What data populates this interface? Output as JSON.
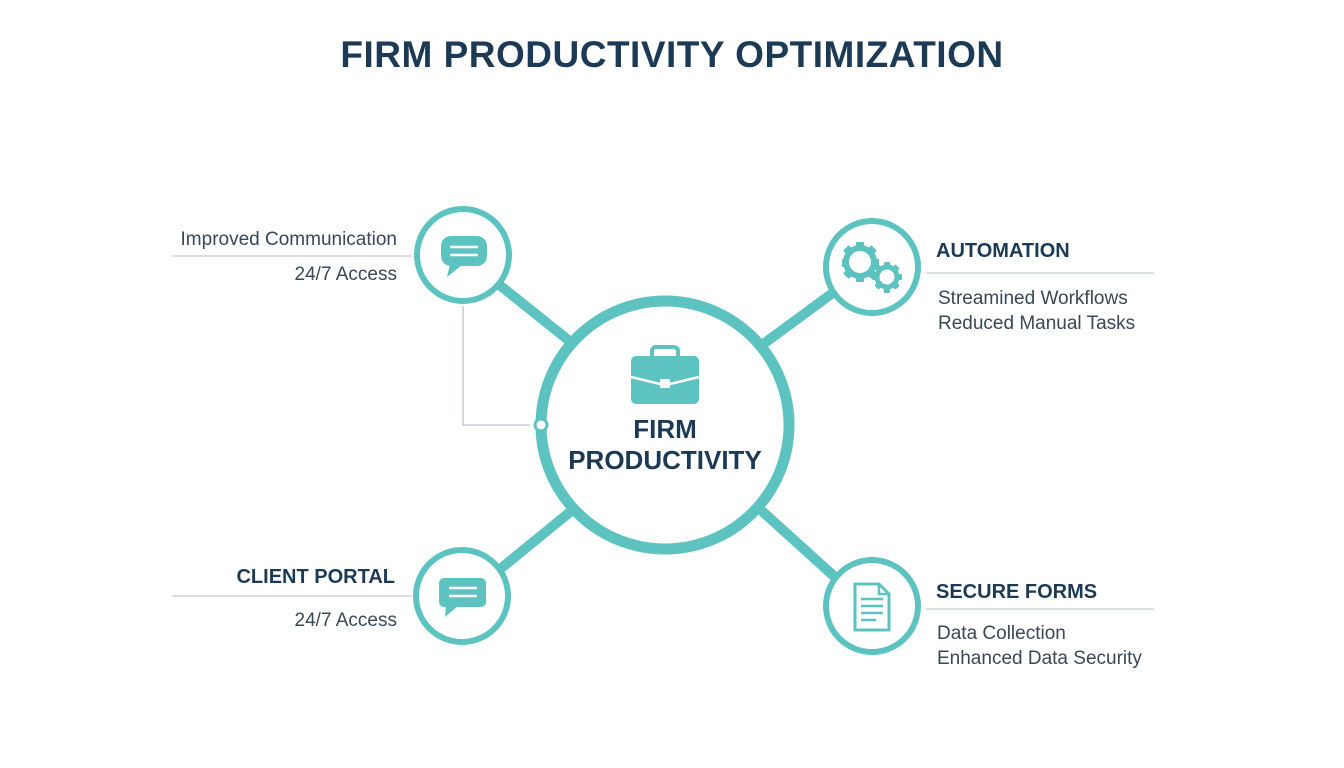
{
  "title": "FIRM PRODUCTIVITY OPTIMIZATION",
  "colors": {
    "accent": "#5cc3c1",
    "heading": "#1c3a55",
    "text": "#3a4756",
    "divider": "#d0d6da"
  },
  "hub": {
    "icon": "briefcase-icon",
    "line1": "FIRM",
    "line2": "PRODUCTIVITY"
  },
  "nodes": {
    "communication": {
      "icon": "chat-bubble-icon",
      "line1": "Improved Communication",
      "line2": "24/7 Access"
    },
    "automation": {
      "icon": "gears-icon",
      "heading": "AUTOMATION",
      "line1": "Streamined Workflows",
      "line2": "Reduced Manual Tasks"
    },
    "client_portal": {
      "icon": "message-icon",
      "heading": "CLIENT PORTAL",
      "line1": "24/7 Access"
    },
    "secure_forms": {
      "icon": "document-icon",
      "heading": "SECURE FORMS",
      "line1": "Data Collection",
      "line2": "Enhanced Data Security"
    }
  }
}
